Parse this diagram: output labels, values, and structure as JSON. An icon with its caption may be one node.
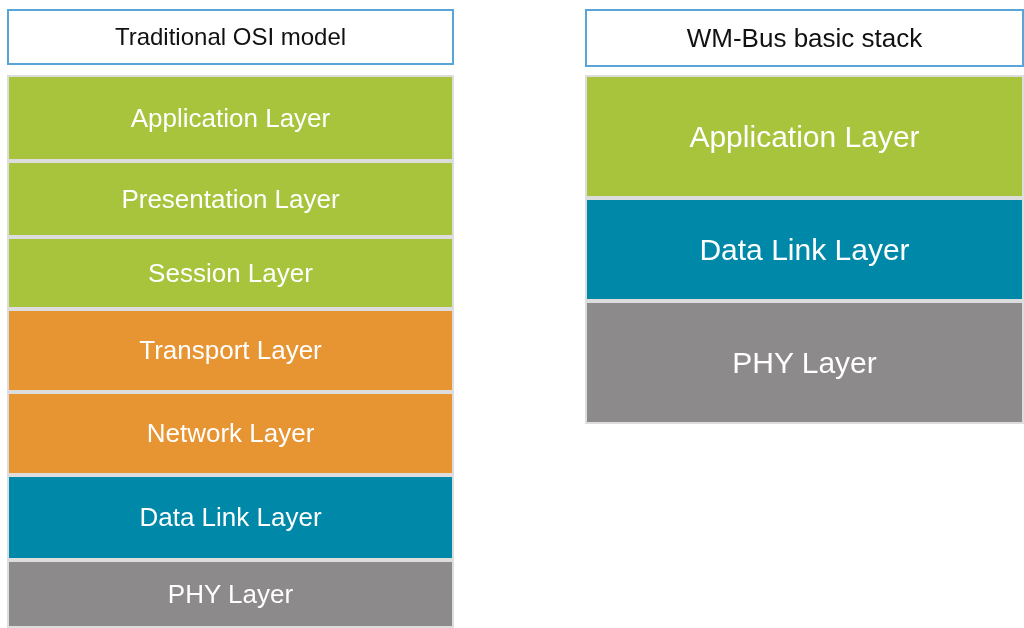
{
  "diagram": {
    "nodes": [
      {
        "text": [
          "Traditional OSI model"
        ]
      },
      {
        "text": [
          "Application Layer"
        ]
      },
      {
        "text": [
          "Presentation Layer"
        ]
      },
      {
        "text": [
          "Session Layer"
        ]
      },
      {
        "text": [
          "Transport Layer"
        ]
      },
      {
        "text": [
          "Network Layer"
        ]
      },
      {
        "text": [
          "Data Link Layer"
        ]
      },
      {
        "text": [
          "PHY Layer"
        ]
      },
      {
        "text": [
          "WM-Bus basic stack"
        ]
      },
      {
        "text": [
          "Application Layer"
        ]
      },
      {
        "text": [
          "Data Link Layer"
        ]
      },
      {
        "text": [
          "PHY Layer"
        ]
      }
    ]
  }
}
